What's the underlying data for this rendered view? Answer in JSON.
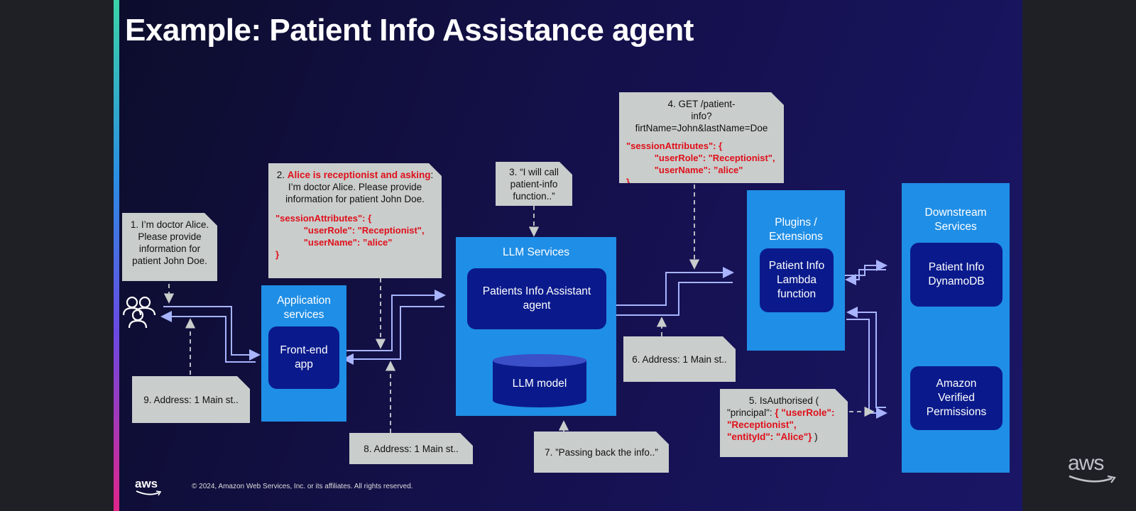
{
  "title": "Example: Patient Info Assistance agent",
  "notes": {
    "step1": {
      "lines": [
        "1. I’m doctor Alice.",
        "Please provide",
        "information for",
        "patient John Doe."
      ]
    },
    "step2": {
      "prefix": "2. ",
      "highlight": "Alice is receptionist and asking",
      "colon": ":",
      "body": "I’m doctor Alice. Please provide information for patient John Doe.",
      "code": "\"sessionAttributes\": {\n           \"userRole\": \"Receptionist\",\n           \"userName\": ”alice\"\n}"
    },
    "step3": {
      "lines": [
        "3.  “I will call",
        "patient-info",
        "function..”"
      ]
    },
    "step4": {
      "line1": "4. GET /patient-",
      "line2": "info?firtName=John&lastName=Doe",
      "code": "\"sessionAttributes\": {\n           \"userRole\": \"Receptionist\",\n           \"userName\": ”alice\"\n}"
    },
    "step5": {
      "line1": "5. IsAuthorised (",
      "line2_plain": "\"principal\": ",
      "line2_red": "{ \"userRole\":",
      "line3_red": "\"Receptionist\",",
      "line4_red": " \"entityId\": \"Alice\"}",
      "line4_plain": " )"
    },
    "step6": {
      "text": "6. Address: 1 Main st.."
    },
    "step7": {
      "text": "7. ”Passing back the info..”"
    },
    "step8": {
      "text": "8. Address: 1 Main st.."
    },
    "step9": {
      "text": "9.  Address: 1 Main st.."
    }
  },
  "boxes": {
    "app_services": {
      "label_line1": "Application",
      "label_line2": "services",
      "inner": "Front-end app"
    },
    "llm_services": {
      "label": "LLM Services",
      "agent": "Patients Info Assistant agent",
      "model": "LLM model"
    },
    "plugins": {
      "label": "Plugins / Extensions",
      "inner_line1": "Patient Info",
      "inner_line2": "Lambda",
      "inner_line3": "function"
    },
    "downstream": {
      "label_line1": "Downstream",
      "label_line2": "Services",
      "dynamo_line1": "Patient Info",
      "dynamo_line2": "DynamoDB",
      "avp_line1": "Amazon",
      "avp_line2": "Verified",
      "avp_line3": "Permissions"
    }
  },
  "footer": {
    "logo": "aws",
    "copyright": "© 2024, Amazon Web Services, Inc. or its affiliates. All rights reserved.",
    "corner_logo": "aws"
  },
  "colors": {
    "box_blue": "#1f8ee6",
    "box_dark": "#0a1a8c",
    "note_grey": "#c9cdcc",
    "highlight_red": "#e0101a",
    "wire": "#a8b4ff"
  }
}
